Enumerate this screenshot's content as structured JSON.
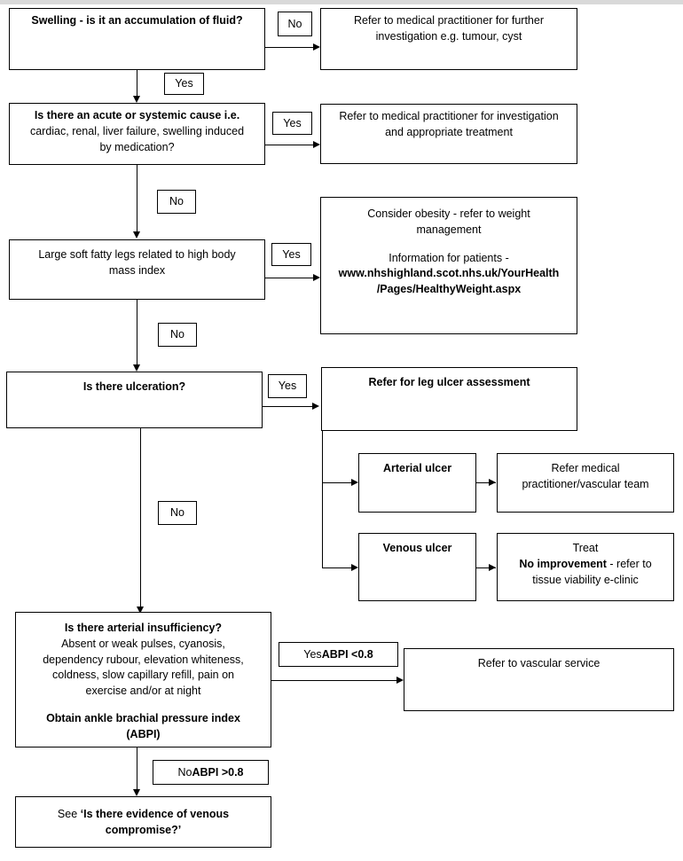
{
  "chart_data": {
    "type": "diagram",
    "title": "Swelling assessment decision flowchart",
    "nodes": [
      {
        "id": "q1",
        "text": "Swelling - is it an accumulation of fluid?",
        "style": "bold"
      },
      {
        "id": "a1",
        "text": "Refer to medical practitioner for further investigation e.g. tumour, cyst",
        "style": "normal"
      },
      {
        "id": "q2",
        "text": "Is there an acute or systemic cause i.e. cardiac, renal, liver failure, swelling induced by medication?",
        "style": "mixed"
      },
      {
        "id": "a2",
        "text": "Refer to medical practitioner for investigation and appropriate treatment",
        "style": "normal"
      },
      {
        "id": "q3",
        "text": "Large soft fatty legs related to high body mass index",
        "style": "normal"
      },
      {
        "id": "a3",
        "text": "Consider obesity - refer to weight management / Information for patients - www.nhshighland.scot.nhs.uk/YourHealth/Pages/HealthyWeight.aspx",
        "style": "mixed"
      },
      {
        "id": "q4",
        "text": "Is there ulceration?",
        "style": "bold"
      },
      {
        "id": "a4",
        "text": "Refer for leg ulcer assessment",
        "style": "bold"
      },
      {
        "id": "n5",
        "text": "Arterial ulcer",
        "style": "bold"
      },
      {
        "id": "n6",
        "text": "Refer medical practitioner/vascular team",
        "style": "normal"
      },
      {
        "id": "n7",
        "text": "Venous ulcer",
        "style": "bold"
      },
      {
        "id": "n8",
        "text": "Treat No improvement - refer to tissue viability e-clinic",
        "style": "mixed"
      },
      {
        "id": "q5",
        "text": "Is there arterial insufficiency? Absent or weak pulses, cyanosis, dependency rubour, elevation whiteness, coldness, slow capillary refill, pain on exercise and/or at night. Obtain ankle brachial pressure index (ABPI)",
        "style": "mixed"
      },
      {
        "id": "a5",
        "text": "Refer to vascular service",
        "style": "normal"
      },
      {
        "id": "end",
        "text": "See 'Is there evidence of venous compromise?'",
        "style": "mixed"
      }
    ],
    "edges": [
      {
        "from": "q1",
        "to": "a1",
        "label": "No"
      },
      {
        "from": "q1",
        "to": "q2",
        "label": "Yes"
      },
      {
        "from": "q2",
        "to": "a2",
        "label": "Yes"
      },
      {
        "from": "q2",
        "to": "q3",
        "label": "No"
      },
      {
        "from": "q3",
        "to": "a3",
        "label": "Yes"
      },
      {
        "from": "q3",
        "to": "q4",
        "label": "No"
      },
      {
        "from": "q4",
        "to": "a4",
        "label": "Yes"
      },
      {
        "from": "q4",
        "to": "q5",
        "label": "No"
      },
      {
        "from": "a4",
        "to": "n5",
        "label": ""
      },
      {
        "from": "n5",
        "to": "n6",
        "label": ""
      },
      {
        "from": "a4",
        "to": "n7",
        "label": ""
      },
      {
        "from": "n7",
        "to": "n8",
        "label": ""
      },
      {
        "from": "q5",
        "to": "a5",
        "label": "Yes ABPI <0.8"
      },
      {
        "from": "q5",
        "to": "end",
        "label": "No ABPI >0.8"
      }
    ]
  },
  "nodes": {
    "q1": {
      "title": "Swelling - is it an accumulation of fluid?"
    },
    "a1": {
      "line1": "Refer to medical practitioner for further",
      "line2": "investigation e.g. tumour, cyst"
    },
    "q2": {
      "title": "Is there an acute or systemic cause i.e.",
      "line2": "cardiac, renal, liver failure, swelling induced",
      "line3": "by medication?"
    },
    "a2": {
      "line1": "Refer to medical practitioner for investigation",
      "line2": "and appropriate treatment"
    },
    "q3": {
      "line1": "Large soft fatty legs related to high body",
      "line2": "mass index"
    },
    "a3": {
      "line1": "Consider obesity - refer to weight",
      "line2": "management",
      "line3": "Information for patients -",
      "url1": "www.nhshighland.scot.nhs.uk/YourHealth",
      "url2": "/Pages/HealthyWeight.aspx"
    },
    "q4": {
      "title": "Is there ulceration?"
    },
    "a4": {
      "title": "Refer for leg ulcer assessment"
    },
    "n5": {
      "title": "Arterial ulcer"
    },
    "n6": {
      "line1": "Refer medical",
      "line2": "practitioner/vascular team"
    },
    "n7": {
      "title": "Venous ulcer"
    },
    "n8": {
      "line1": "Treat",
      "strong": "No improvement",
      "line2_rest": " - refer to",
      "line3": "tissue viability e-clinic"
    },
    "q5": {
      "title": "Is there arterial insufficiency?",
      "line2": "Absent or weak pulses, cyanosis,",
      "line3": "dependency rubour, elevation whiteness,",
      "line4": "coldness, slow capillary refill, pain on",
      "line5": "exercise and/or at night",
      "line6": "Obtain ankle brachial pressure index",
      "line7": "(ABPI)"
    },
    "a5": {
      "title": "Refer to vascular service"
    },
    "end": {
      "prefix": "See ",
      "quoted": "‘Is there evidence of venous",
      "line2": "compromise?’"
    }
  },
  "labels": {
    "no1": "No",
    "yes1": "Yes",
    "yes2": "Yes",
    "no2": "No",
    "yes3": "Yes",
    "no3": "No",
    "yes4": "Yes",
    "no4": "No",
    "yes_abpi_prefix": "Yes ",
    "yes_abpi_value": "ABPI <0.8",
    "no_abpi_prefix": "No ",
    "no_abpi_value": "ABPI >0.8"
  },
  "colors": {
    "border": "#000000",
    "background": "#ffffff",
    "text": "#000000",
    "top_strip": "#d9d9d9"
  }
}
